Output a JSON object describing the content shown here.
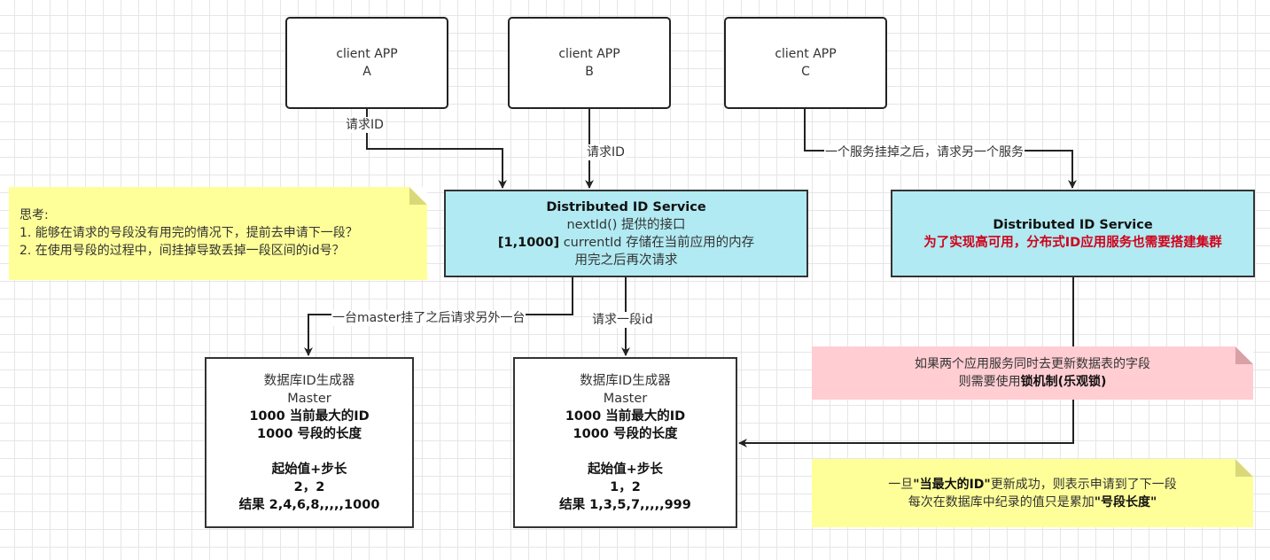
{
  "clients": [
    {
      "line1": "client APP",
      "line2": "A"
    },
    {
      "line1": "client APP",
      "line2": "B"
    },
    {
      "line1": "client APP",
      "line2": "C"
    }
  ],
  "service_main": {
    "title": "Distributed ID Service",
    "line2": "nextId() 提供的接口",
    "line3_bold": "[1,1000]",
    "line3_rest": " currentId 存储在当前应用的内存",
    "line4": "用完之后再次请求"
  },
  "service_backup": {
    "title": "Distributed ID Service",
    "subtitle": "为了实现高可用，分布式ID应用服务也需要搭建集群"
  },
  "databases": [
    {
      "name": "数据库ID生成器",
      "role": "Master",
      "max_id": "1000 当前最大的ID",
      "seg_len": "1000 号段的长度",
      "start_step_label": "起始值+步长",
      "start_step_value": "2，2",
      "result": "结果 2,4,6,8,,,,,1000"
    },
    {
      "name": "数据库ID生成器",
      "role": "Master",
      "max_id": "1000 当前最大的ID",
      "seg_len": "1000 号段的长度",
      "start_step_label": "起始值+步长",
      "start_step_value": "1，2",
      "result": "结果 1,3,5,7,,,,,999"
    }
  ],
  "notes": {
    "think": {
      "title": "思考:",
      "q1": "1. 能够在请求的号段没有用完的情况下，提前去申请下一段？",
      "q2": "2. 在使用号段的过程中，间挂掉导致丢掉一段区间的id号？"
    },
    "lock": {
      "line1": "如果两个应用服务同时去更新数据表的字段",
      "line2_pre": "则需要使用",
      "line2_bold": "锁机制(乐观锁)"
    },
    "update": {
      "line1_pre": "一旦",
      "line1_bold": "\"当最大的ID\"",
      "line1_post": "更新成功，则表示申请到了下一段",
      "line2_pre": "每次在数据库中纪录的值只是累加",
      "line2_bold": "\"号段长度\""
    }
  },
  "edge_labels": {
    "a_request": "请求ID",
    "b_request": "请求ID",
    "c_failover": "一个服务挂掉之后，请求另一个服务",
    "master_failover": "一台master挂了之后请求另外一台",
    "request_segment": "请求一段id"
  },
  "colors": {
    "service_fill": "#b1eaf2",
    "note_yellow": "#ffff99",
    "note_pink": "#ffcdd2",
    "accent_red": "#d0021b"
  }
}
